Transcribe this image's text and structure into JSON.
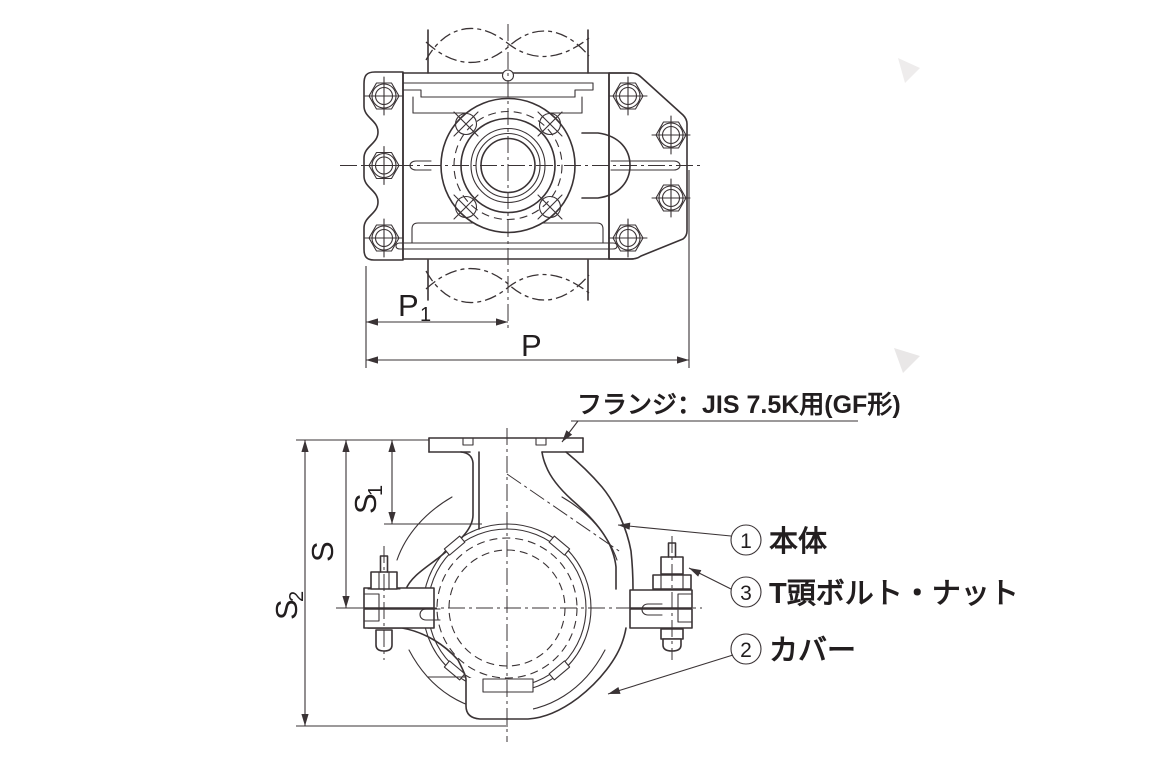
{
  "colors": {
    "line": "#3a3335",
    "text": "#221e1f",
    "background": "#ffffff"
  },
  "top_view": {
    "dim_p1": {
      "main": "P",
      "sub": "1"
    },
    "dim_p": {
      "main": "P"
    }
  },
  "front_view": {
    "flange_note": "フランジ：JIS 7.5K用(GF形)",
    "dim_s1": {
      "main": "S",
      "sub": "1"
    },
    "dim_s": {
      "main": "S"
    },
    "dim_s2": {
      "main": "S",
      "sub": "2"
    },
    "callouts": [
      {
        "number": "1",
        "label": "本体"
      },
      {
        "number": "3",
        "label": "T頭ボルト・ナット"
      },
      {
        "number": "2",
        "label": "カバー"
      }
    ]
  }
}
